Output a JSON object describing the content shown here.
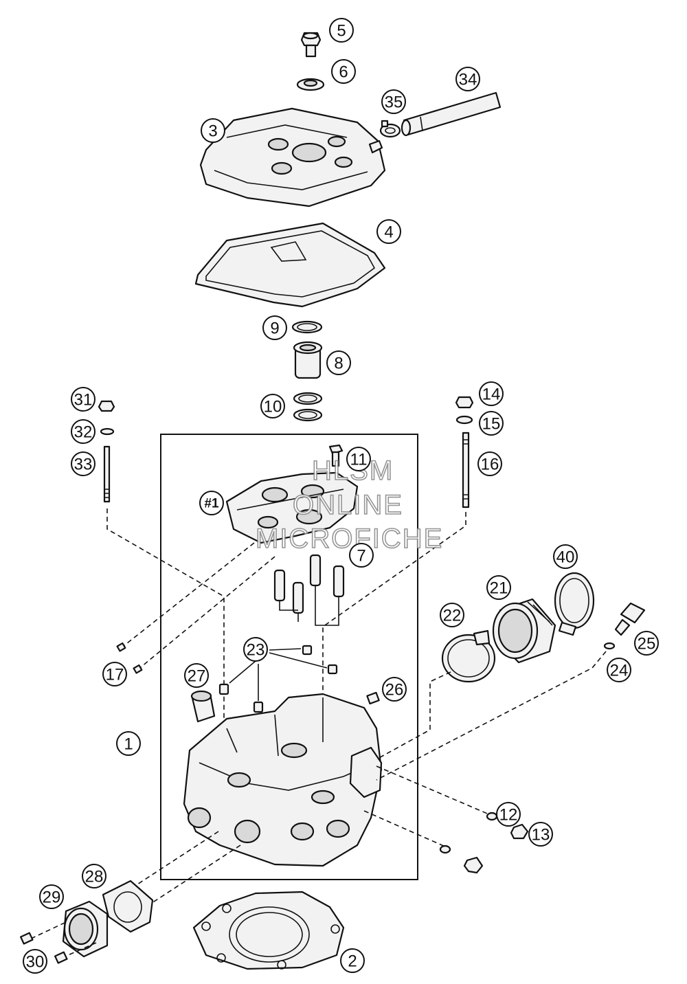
{
  "callouts": [
    {
      "id": "c5",
      "label": "5"
    },
    {
      "id": "c6",
      "label": "6"
    },
    {
      "id": "c3",
      "label": "3"
    },
    {
      "id": "c35",
      "label": "35"
    },
    {
      "id": "c34",
      "label": "34"
    },
    {
      "id": "c4",
      "label": "4"
    },
    {
      "id": "c9",
      "label": "9"
    },
    {
      "id": "c8",
      "label": "8"
    },
    {
      "id": "c10",
      "label": "10"
    },
    {
      "id": "c31",
      "label": "31"
    },
    {
      "id": "c32",
      "label": "32"
    },
    {
      "id": "c33",
      "label": "33"
    },
    {
      "id": "c14",
      "label": "14"
    },
    {
      "id": "c15",
      "label": "15"
    },
    {
      "id": "c16",
      "label": "16"
    },
    {
      "id": "c11",
      "label": "11"
    },
    {
      "id": "c1sub",
      "label": "#1"
    },
    {
      "id": "c7",
      "label": "7"
    },
    {
      "id": "c40",
      "label": "40"
    },
    {
      "id": "c21",
      "label": "21"
    },
    {
      "id": "c22",
      "label": "22"
    },
    {
      "id": "c23",
      "label": "23"
    },
    {
      "id": "c17",
      "label": "17"
    },
    {
      "id": "c27",
      "label": "27"
    },
    {
      "id": "c26",
      "label": "26"
    },
    {
      "id": "c25",
      "label": "25"
    },
    {
      "id": "c24",
      "label": "24"
    },
    {
      "id": "c1",
      "label": "1"
    },
    {
      "id": "c12",
      "label": "12"
    },
    {
      "id": "c13",
      "label": "13"
    },
    {
      "id": "c28",
      "label": "28"
    },
    {
      "id": "c29",
      "label": "29"
    },
    {
      "id": "c30",
      "label": "30"
    },
    {
      "id": "c2",
      "label": "2"
    }
  ],
  "watermark": {
    "line1": "HLSM",
    "line2": "ONLINE",
    "line3": "MICROFICHE"
  }
}
